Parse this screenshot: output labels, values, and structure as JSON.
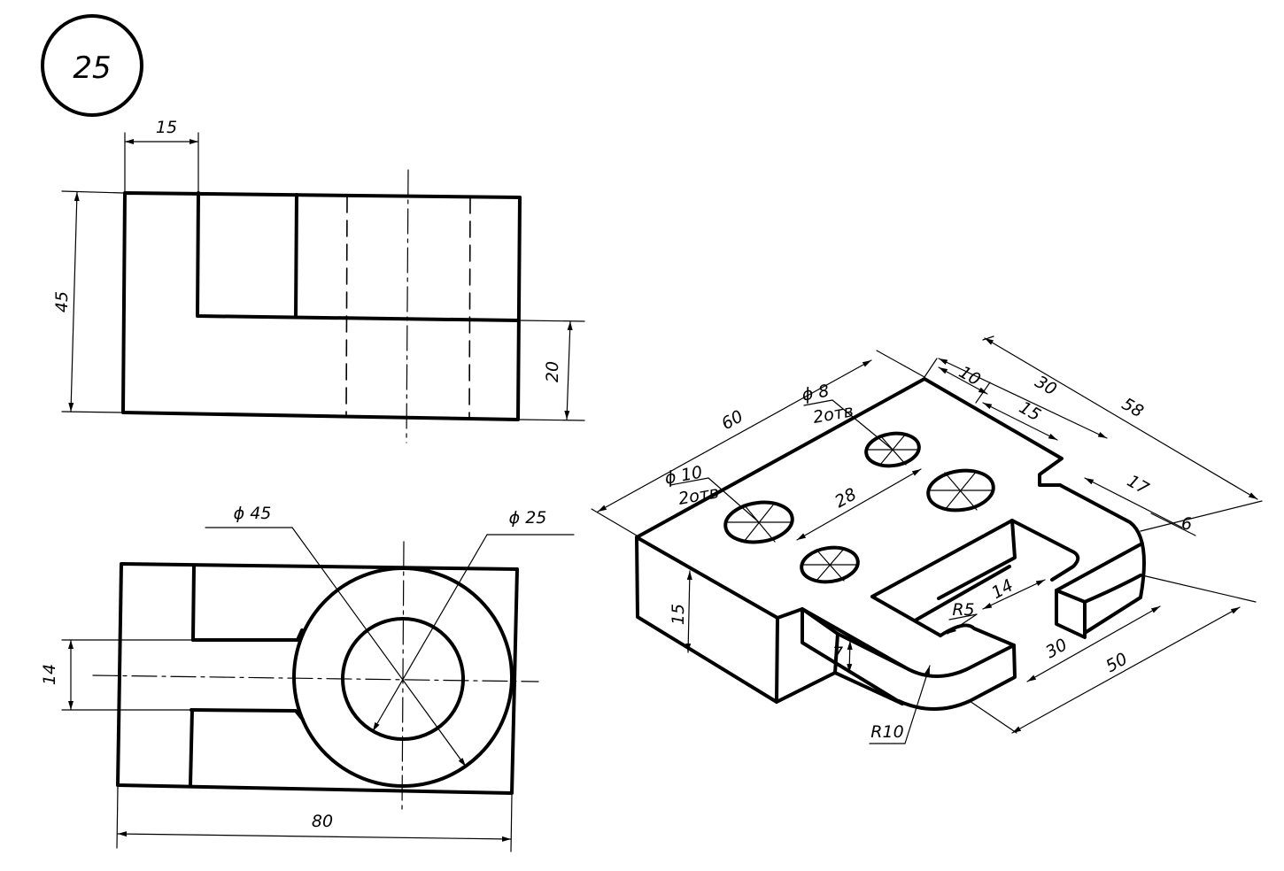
{
  "sheet_number": "25",
  "front_view": {
    "dims": {
      "d15": "15",
      "d45": "45",
      "d20": "20"
    }
  },
  "top_view": {
    "dims": {
      "d45dia": "ϕ 45",
      "d25dia": "ϕ 25",
      "d14": "14",
      "d80": "80"
    }
  },
  "iso_view": {
    "dims": {
      "d60": "60",
      "d8dia": "ϕ 8",
      "d8count": "2отв",
      "d10dia": "ϕ 10",
      "d10count": "2отв",
      "d28": "28",
      "d10": "10",
      "d30top": "30",
      "d15": "15",
      "d58": "58",
      "d17": "17",
      "d6": "6",
      "d15h": "15",
      "d7": "7",
      "dR5": "R5",
      "d14": "14",
      "d30": "30",
      "d50": "50",
      "dR10": "R10"
    }
  }
}
